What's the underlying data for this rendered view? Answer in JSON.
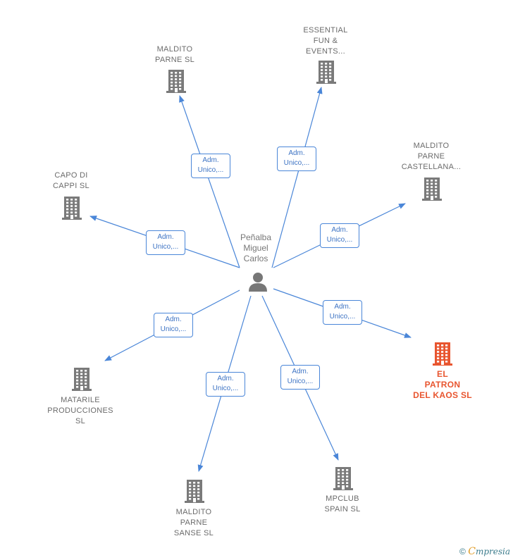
{
  "center": {
    "name": "Peñalba\nMiguel\nCarlos",
    "icon": "person-icon"
  },
  "companies": [
    {
      "id": "maldito-parne",
      "label": "MALDITO\nPARNE  SL",
      "highlight": false
    },
    {
      "id": "essential-fun",
      "label": "ESSENTIAL\nFUN &\nEVENTS...",
      "highlight": false
    },
    {
      "id": "maldito-castellana",
      "label": "MALDITO\nPARNE\nCASTELLANA...",
      "highlight": false
    },
    {
      "id": "capo-di-cappi",
      "label": "CAPO DI\nCAPPI  SL",
      "highlight": false
    },
    {
      "id": "el-patron",
      "label": "EL\nPATRON\nDEL KAOS  SL",
      "highlight": true
    },
    {
      "id": "matarile",
      "label": "MATARILE\nPRODUCCIONES\nSL",
      "highlight": false
    },
    {
      "id": "maldito-sanse",
      "label": "MALDITO\nPARNE\nSANSE  SL",
      "highlight": false
    },
    {
      "id": "mpclub",
      "label": "MPCLUB\nSPAIN  SL",
      "highlight": false
    }
  ],
  "edges": [
    {
      "target": "maldito-parne",
      "label": "Adm.\nUnico,..."
    },
    {
      "target": "essential-fun",
      "label": "Adm.\nUnico,..."
    },
    {
      "target": "maldito-castellana",
      "label": "Adm.\nUnico,..."
    },
    {
      "target": "capo-di-cappi",
      "label": "Adm.\nUnico,..."
    },
    {
      "target": "el-patron",
      "label": "Adm.\nUnico,..."
    },
    {
      "target": "matarile",
      "label": "Adm.\nUnico,..."
    },
    {
      "target": "maldito-sanse",
      "label": "Adm.\nUnico,..."
    },
    {
      "target": "mpclub",
      "label": "Adm.\nUnico,..."
    }
  ],
  "colors": {
    "edge": "#4a86d8",
    "building": "#7a7a7a",
    "highlight": "#e8552f",
    "person": "#777777"
  },
  "brand": {
    "copyright": "©",
    "first": "C",
    "rest": "mpresia"
  }
}
